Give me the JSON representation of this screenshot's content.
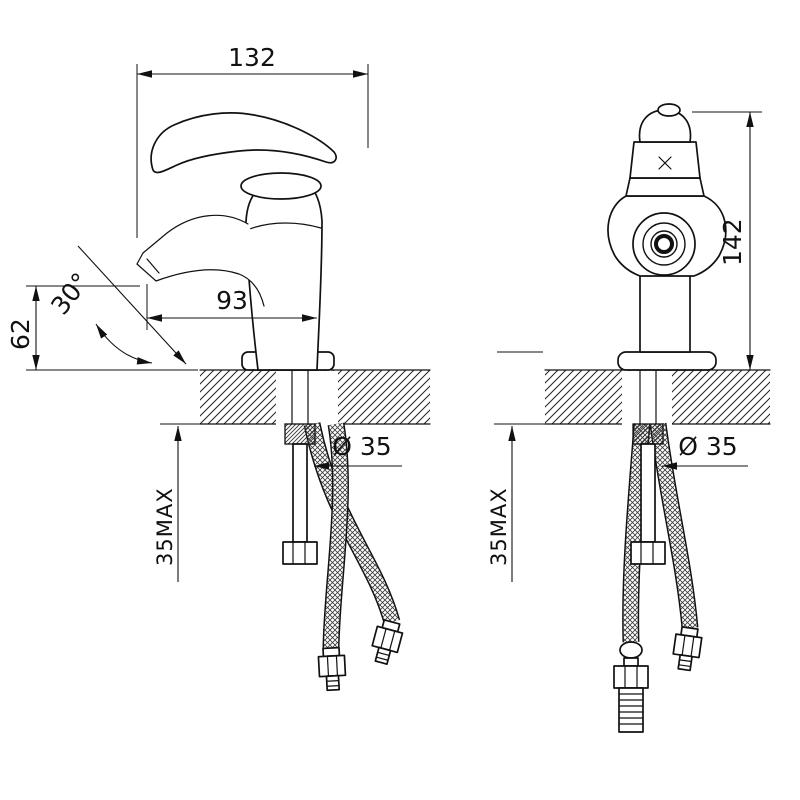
{
  "colors": {
    "line": "#111111",
    "background": "#ffffff"
  },
  "side_view": {
    "dim_width": "132",
    "dim_reach": "93",
    "dim_outlet_height": "62",
    "dim_angle": "30°",
    "dim_hole_diameter": "Ø 35",
    "dim_max_counter_thickness": "35MAX"
  },
  "front_view": {
    "dim_height": "142",
    "dim_hole_diameter": "Ø 35",
    "dim_max_counter_thickness": "35MAX"
  }
}
